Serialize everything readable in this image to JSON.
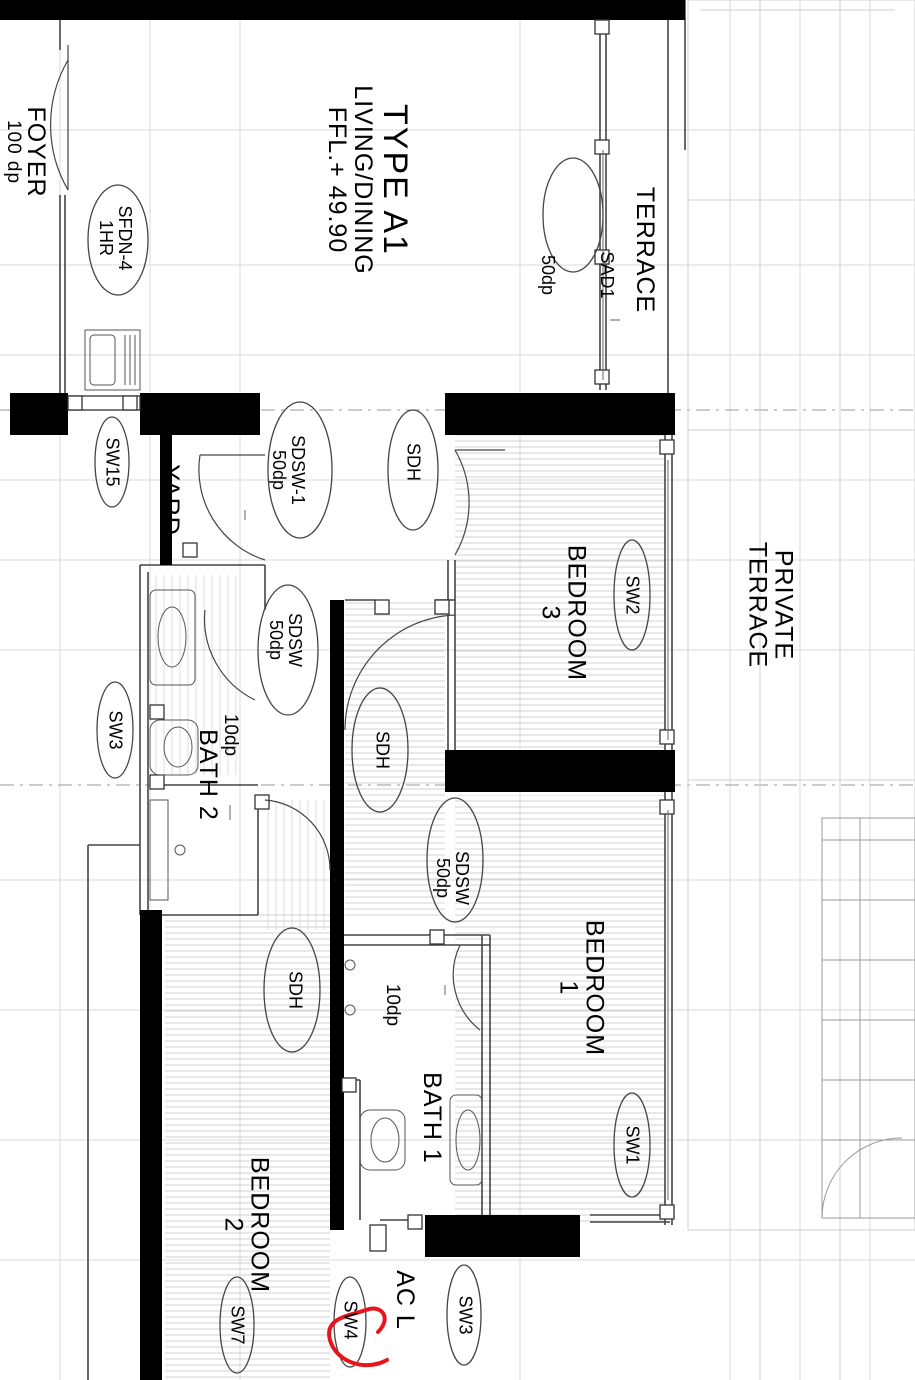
{
  "title": {
    "line1": "TYPE A1",
    "line2": "LIVING/DINING",
    "line3": "FFL.+ 49.90"
  },
  "rooms": {
    "foyer": "FOYER",
    "foyer_note": "100 dp",
    "terrace": "TERRACE",
    "private_terrace_1": "PRIVATE",
    "private_terrace_2": "TERRACE",
    "yard": "YARD",
    "bedroom3_name": "BEDROOM",
    "bedroom3_num": "3",
    "bedroom1_name": "BEDROOM",
    "bedroom1_num": "1",
    "bedroom2_name": "BEDROOM",
    "bedroom2_num": "2",
    "bath2": "BATH 2",
    "bath2_note": "10dp",
    "bath1": "BATH 1",
    "bath1_note": "10dp",
    "ac": "AC L"
  },
  "tags": {
    "sfdn_1": "SFDN-4",
    "sfdn_2": "1HR",
    "sad1": "SAD1",
    "sad1_note": "50dp",
    "sdsw1": "SDSW-1",
    "sdsw1_note": "50dp",
    "sdsw_bath2": "SDSW",
    "sdsw_bath2_note": "50dp",
    "sdsw_bed1": "SDSW",
    "sdsw_bed1_note": "50dp",
    "sdh_living": "SDH",
    "sdh_corridor": "SDH",
    "sdh_bed2": "SDH",
    "sw15": "SW15",
    "sw3_a": "SW3",
    "sw2": "SW2",
    "sw1": "SW1",
    "sw3_b": "SW3",
    "sw4": "SW4",
    "sw7": "SW7"
  },
  "colors": {
    "wall": "#000000",
    "line": "#555555",
    "hatch": "#bdbdbd",
    "grid": "#d6d6d6",
    "markup": "#e8141c"
  }
}
